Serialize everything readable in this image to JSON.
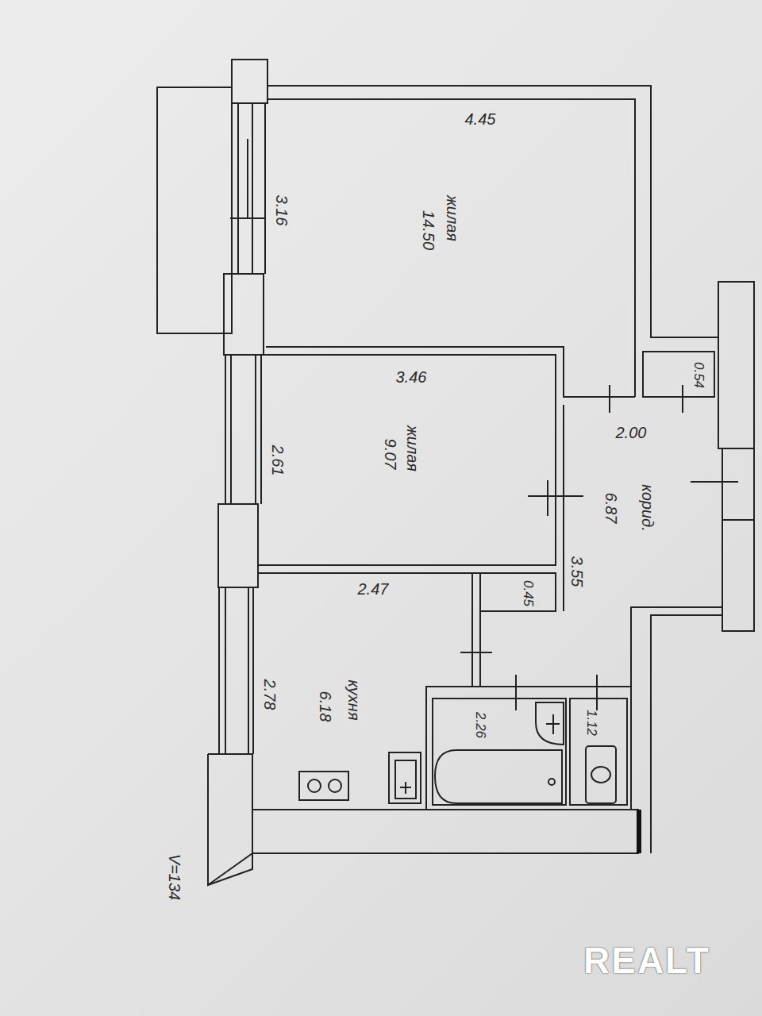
{
  "diagram": {
    "nodes": [
      {
        "text": [
          "жилая",
          "14.50"
        ]
      },
      {
        "text": [
          "жилая",
          "9.07"
        ]
      },
      {
        "text": [
          "корид.",
          "6.87"
        ]
      },
      {
        "text": [
          "кухня",
          "6.18"
        ]
      },
      {
        "text": [
          "2.26"
        ]
      },
      {
        "text": [
          "1.12"
        ]
      },
      {
        "text": [
          "0.54"
        ]
      },
      {
        "text": [
          "0.45"
        ]
      }
    ],
    "labels": [
      "4.45",
      "3.16",
      "3.46",
      "2.61",
      "2.00",
      "3.55",
      "2.47",
      "2.78",
      "V=134",
      "REALT"
    ]
  }
}
